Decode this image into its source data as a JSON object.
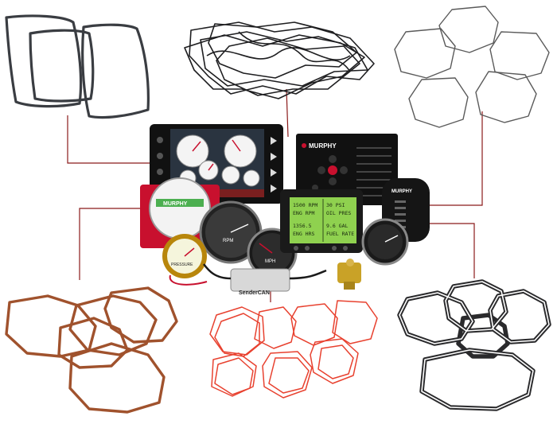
{
  "colors": {
    "background": "#ffffff",
    "leader_line": "#8b1a1a",
    "gasket_dark_gray": "#3a3d42",
    "gasket_black": "#1e1e20",
    "gasket_outline_gray": "#5a5a5a",
    "gasket_brown": "#a0522d",
    "gasket_red": "#e8412f",
    "murphy_red": "#c8102e",
    "lcd_green": "#8fd14f",
    "panel_black": "#111111"
  },
  "brand": {
    "murphy_badge": "MURPHY",
    "murphy_logo": "MURPHY",
    "module_badge": "MURPHY",
    "sendercan_label": "SenderCAN"
  },
  "lcd_readouts": {
    "row1_left": "1500 RPM",
    "row1_right": "30 PSI",
    "row2_left": "ENG RPM",
    "row2_right": "OIL PRES",
    "row3_left": "1356.5",
    "row3_right": "9.6 GAL",
    "row4_left": "ENG HRS",
    "row4_right": "FUEL RATE"
  },
  "gauge_faces": {
    "pressure_gauge_label": "PRESSURE",
    "rpm_gauge_label": "RPM",
    "speed_gauge_label": "MPH"
  },
  "icons": [
    "murphy-logo-icon",
    "arrow-navigation-icon",
    "gear-icon"
  ]
}
